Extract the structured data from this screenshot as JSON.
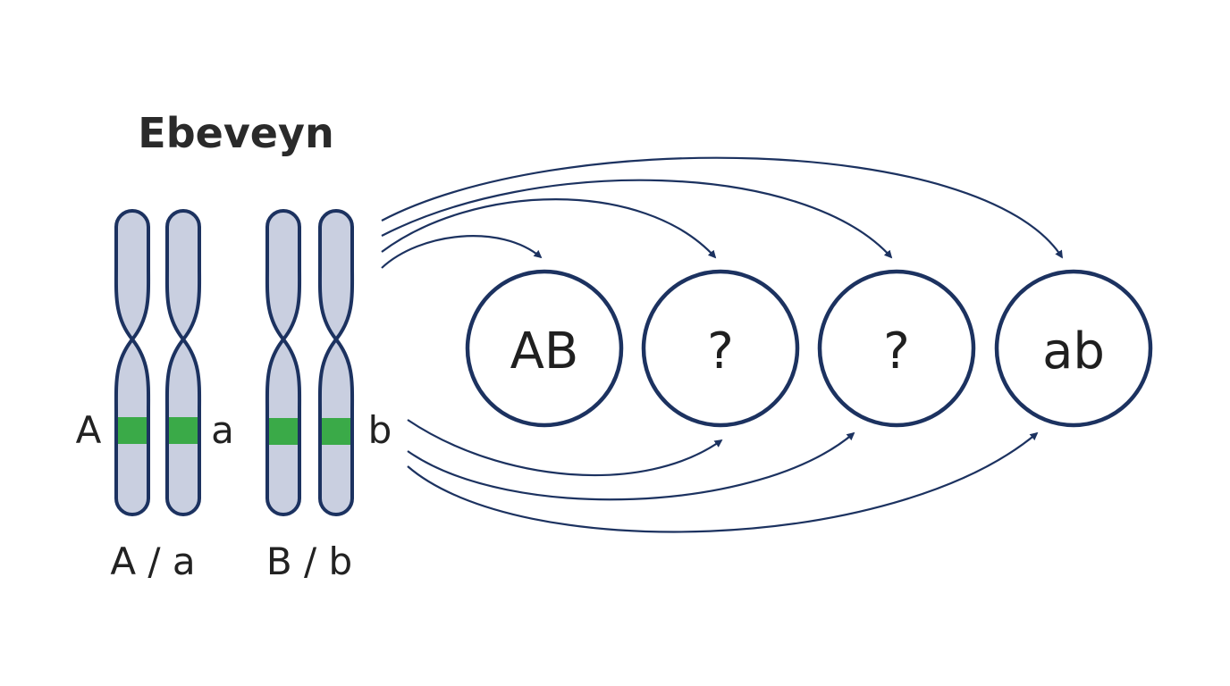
{
  "diagram": {
    "title": "Ebeveyn",
    "pairs": [
      {
        "allele_left": "A",
        "allele_right": "a",
        "pair_label": "A / a"
      },
      {
        "allele_left": "",
        "allele_right": "b",
        "pair_label": "B / b"
      }
    ],
    "gametes": [
      {
        "label": "AB"
      },
      {
        "label": "?"
      },
      {
        "label": "?"
      },
      {
        "label": "ab"
      }
    ]
  },
  "colors": {
    "chromosome_fill": "#c9cfe0",
    "outline": "#1c3260",
    "gene_band": "#3aaa48",
    "text": "#222222"
  }
}
